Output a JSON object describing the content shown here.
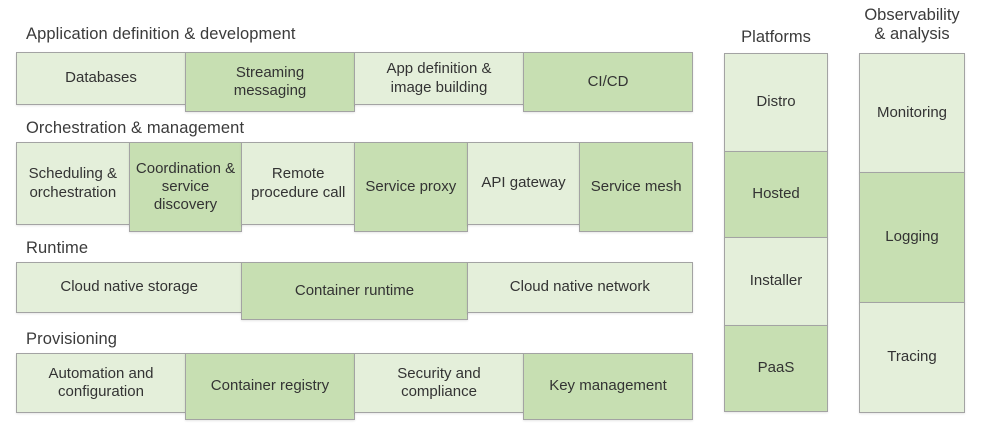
{
  "palette": {
    "light_green": "#e4efda",
    "medium_green": "#c7dfb2",
    "border": "#a3a3a3",
    "text": "#333333",
    "label_text": "#3b3b3b",
    "background": "#ffffff"
  },
  "sections": [
    {
      "label": "Application definition & development",
      "cells": [
        {
          "label": "Databases",
          "tone": "light"
        },
        {
          "label": "Streaming messaging",
          "tone": "medium"
        },
        {
          "label": "App definition & image building",
          "tone": "light"
        },
        {
          "label": "CI/CD",
          "tone": "medium"
        }
      ]
    },
    {
      "label": "Orchestration & management",
      "cells": [
        {
          "label": "Scheduling & orchestration",
          "tone": "light"
        },
        {
          "label": "Coordination & service discovery",
          "tone": "medium"
        },
        {
          "label": "Remote procedure call",
          "tone": "light"
        },
        {
          "label": "Service proxy",
          "tone": "medium"
        },
        {
          "label": "API gateway",
          "tone": "light"
        },
        {
          "label": "Service mesh",
          "tone": "medium"
        }
      ]
    },
    {
      "label": "Runtime",
      "cells": [
        {
          "label": "Cloud native storage",
          "tone": "light"
        },
        {
          "label": "Container runtime",
          "tone": "medium"
        },
        {
          "label": "Cloud native network",
          "tone": "light"
        }
      ]
    },
    {
      "label": "Provisioning",
      "cells": [
        {
          "label": "Automation and configuration",
          "tone": "light"
        },
        {
          "label": "Container registry",
          "tone": "medium"
        },
        {
          "label": "Security and compliance",
          "tone": "light"
        },
        {
          "label": "Key management",
          "tone": "medium"
        }
      ]
    }
  ],
  "platforms": {
    "label": "Platforms",
    "cells": [
      {
        "label": "Distro",
        "tone": "light"
      },
      {
        "label": "Hosted",
        "tone": "medium"
      },
      {
        "label": "Installer",
        "tone": "light"
      },
      {
        "label": "PaaS",
        "tone": "medium"
      }
    ]
  },
  "observability": {
    "label": "Observability & analysis",
    "cells": [
      {
        "label": "Monitoring",
        "tone": "light"
      },
      {
        "label": "Logging",
        "tone": "medium"
      },
      {
        "label": "Tracing",
        "tone": "light"
      }
    ]
  }
}
